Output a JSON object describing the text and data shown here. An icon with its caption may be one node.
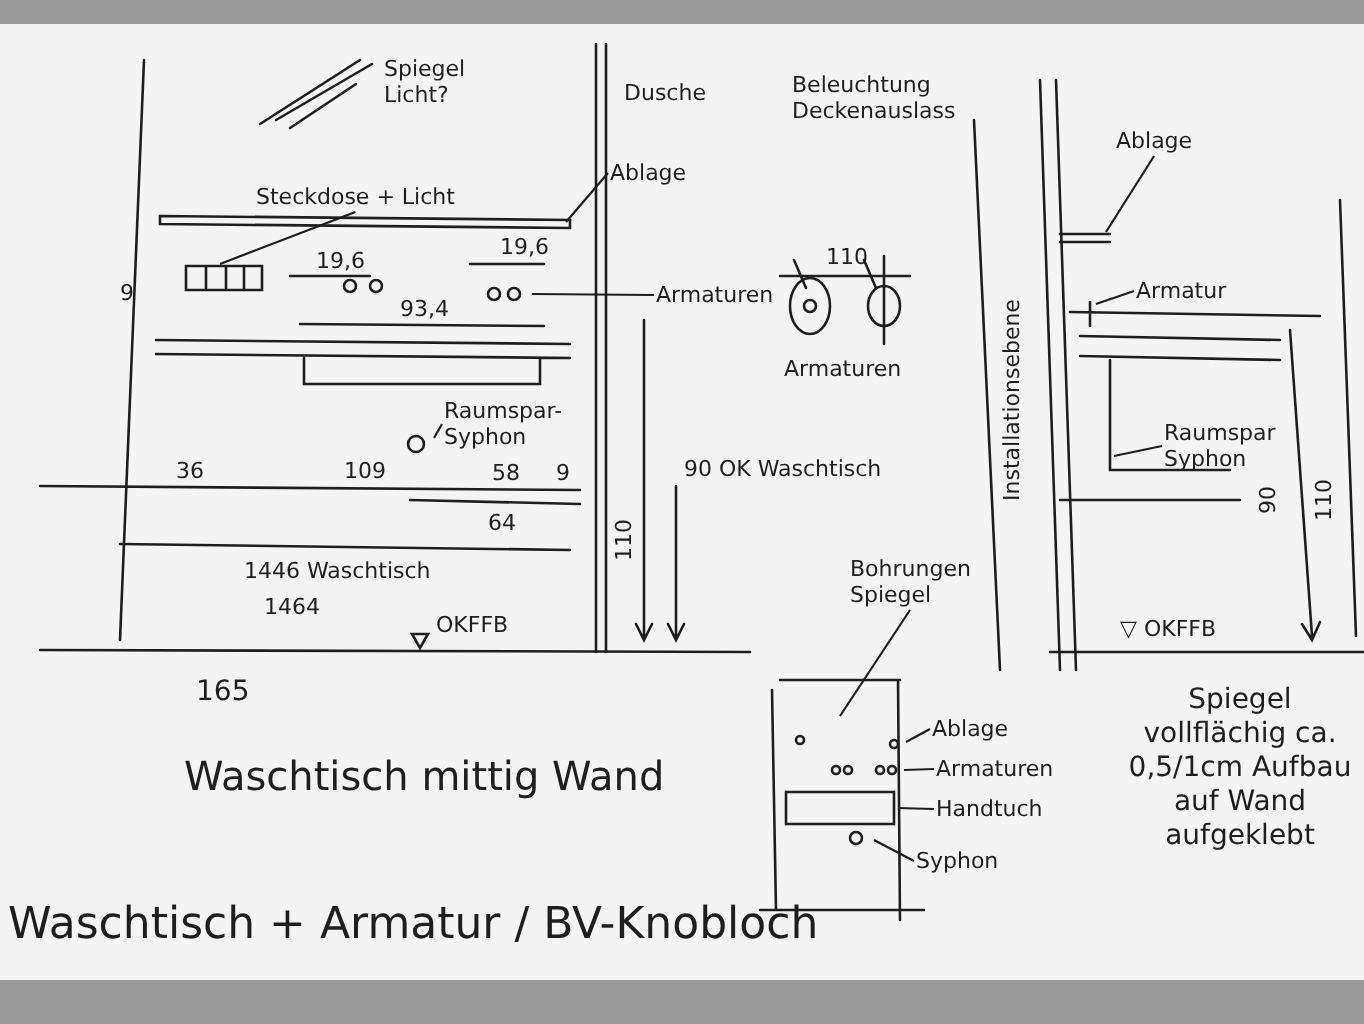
{
  "diagram": {
    "title": "Waschtisch + Armatur / BV-Knobloch",
    "nodes": [
      {
        "text": [
          "Ablage"
        ]
      },
      {
        "text": [
          "Steckdose + Licht"
        ]
      },
      {
        "text": [
          "Armaturen"
        ]
      },
      {
        "text": [
          "Raumspar-Syphon"
        ]
      },
      {
        "text": [
          "Ablage"
        ]
      },
      {
        "text": [
          "Armatur"
        ]
      },
      {
        "text": [
          "Raumspar Syphon"
        ]
      },
      {
        "text": [
          "Bohrungen Spiegel"
        ]
      },
      {
        "text": [
          "Ablage"
        ]
      },
      {
        "text": [
          "Armaturen"
        ]
      },
      {
        "text": [
          "Handtuch"
        ]
      },
      {
        "text": [
          "Syphon"
        ]
      }
    ],
    "edges": [
      {
        "from": 0,
        "to": null,
        "arrow": "none"
      },
      {
        "from": 1,
        "to": null,
        "arrow": "none"
      },
      {
        "from": 2,
        "to": null,
        "arrow": "none"
      },
      {
        "from": 3,
        "to": null,
        "arrow": "none"
      },
      {
        "from": 4,
        "to": null,
        "arrow": "none"
      },
      {
        "from": 5,
        "to": null,
        "arrow": "none"
      },
      {
        "from": 6,
        "to": null,
        "arrow": "none"
      },
      {
        "from": 7,
        "to": null,
        "arrow": "none"
      },
      {
        "from": 8,
        "to": null,
        "arrow": "none"
      },
      {
        "from": 9,
        "to": null,
        "arrow": "none"
      },
      {
        "from": 10,
        "to": null,
        "arrow": "none"
      },
      {
        "from": 11,
        "to": null,
        "arrow": "none"
      }
    ],
    "labels": [
      "Spiegel Licht?",
      "Dusche",
      "Beleuchtung Deckenauslass",
      "19,6",
      "19,6",
      "93,4",
      "110",
      "Armaturen",
      "Installationsebene",
      "9",
      "36",
      "109",
      "58",
      "64",
      "9",
      "110",
      "90 OK Waschtisch",
      "1446 Waschtisch",
      "1464",
      "OKFFB",
      "90",
      "110",
      "▽ OKFFB",
      "165",
      "Waschtisch mittig Wand",
      "Spiegel vollflächig ca. 0,5/1cm Aufbau auf Wand aufgeklebt"
    ]
  }
}
